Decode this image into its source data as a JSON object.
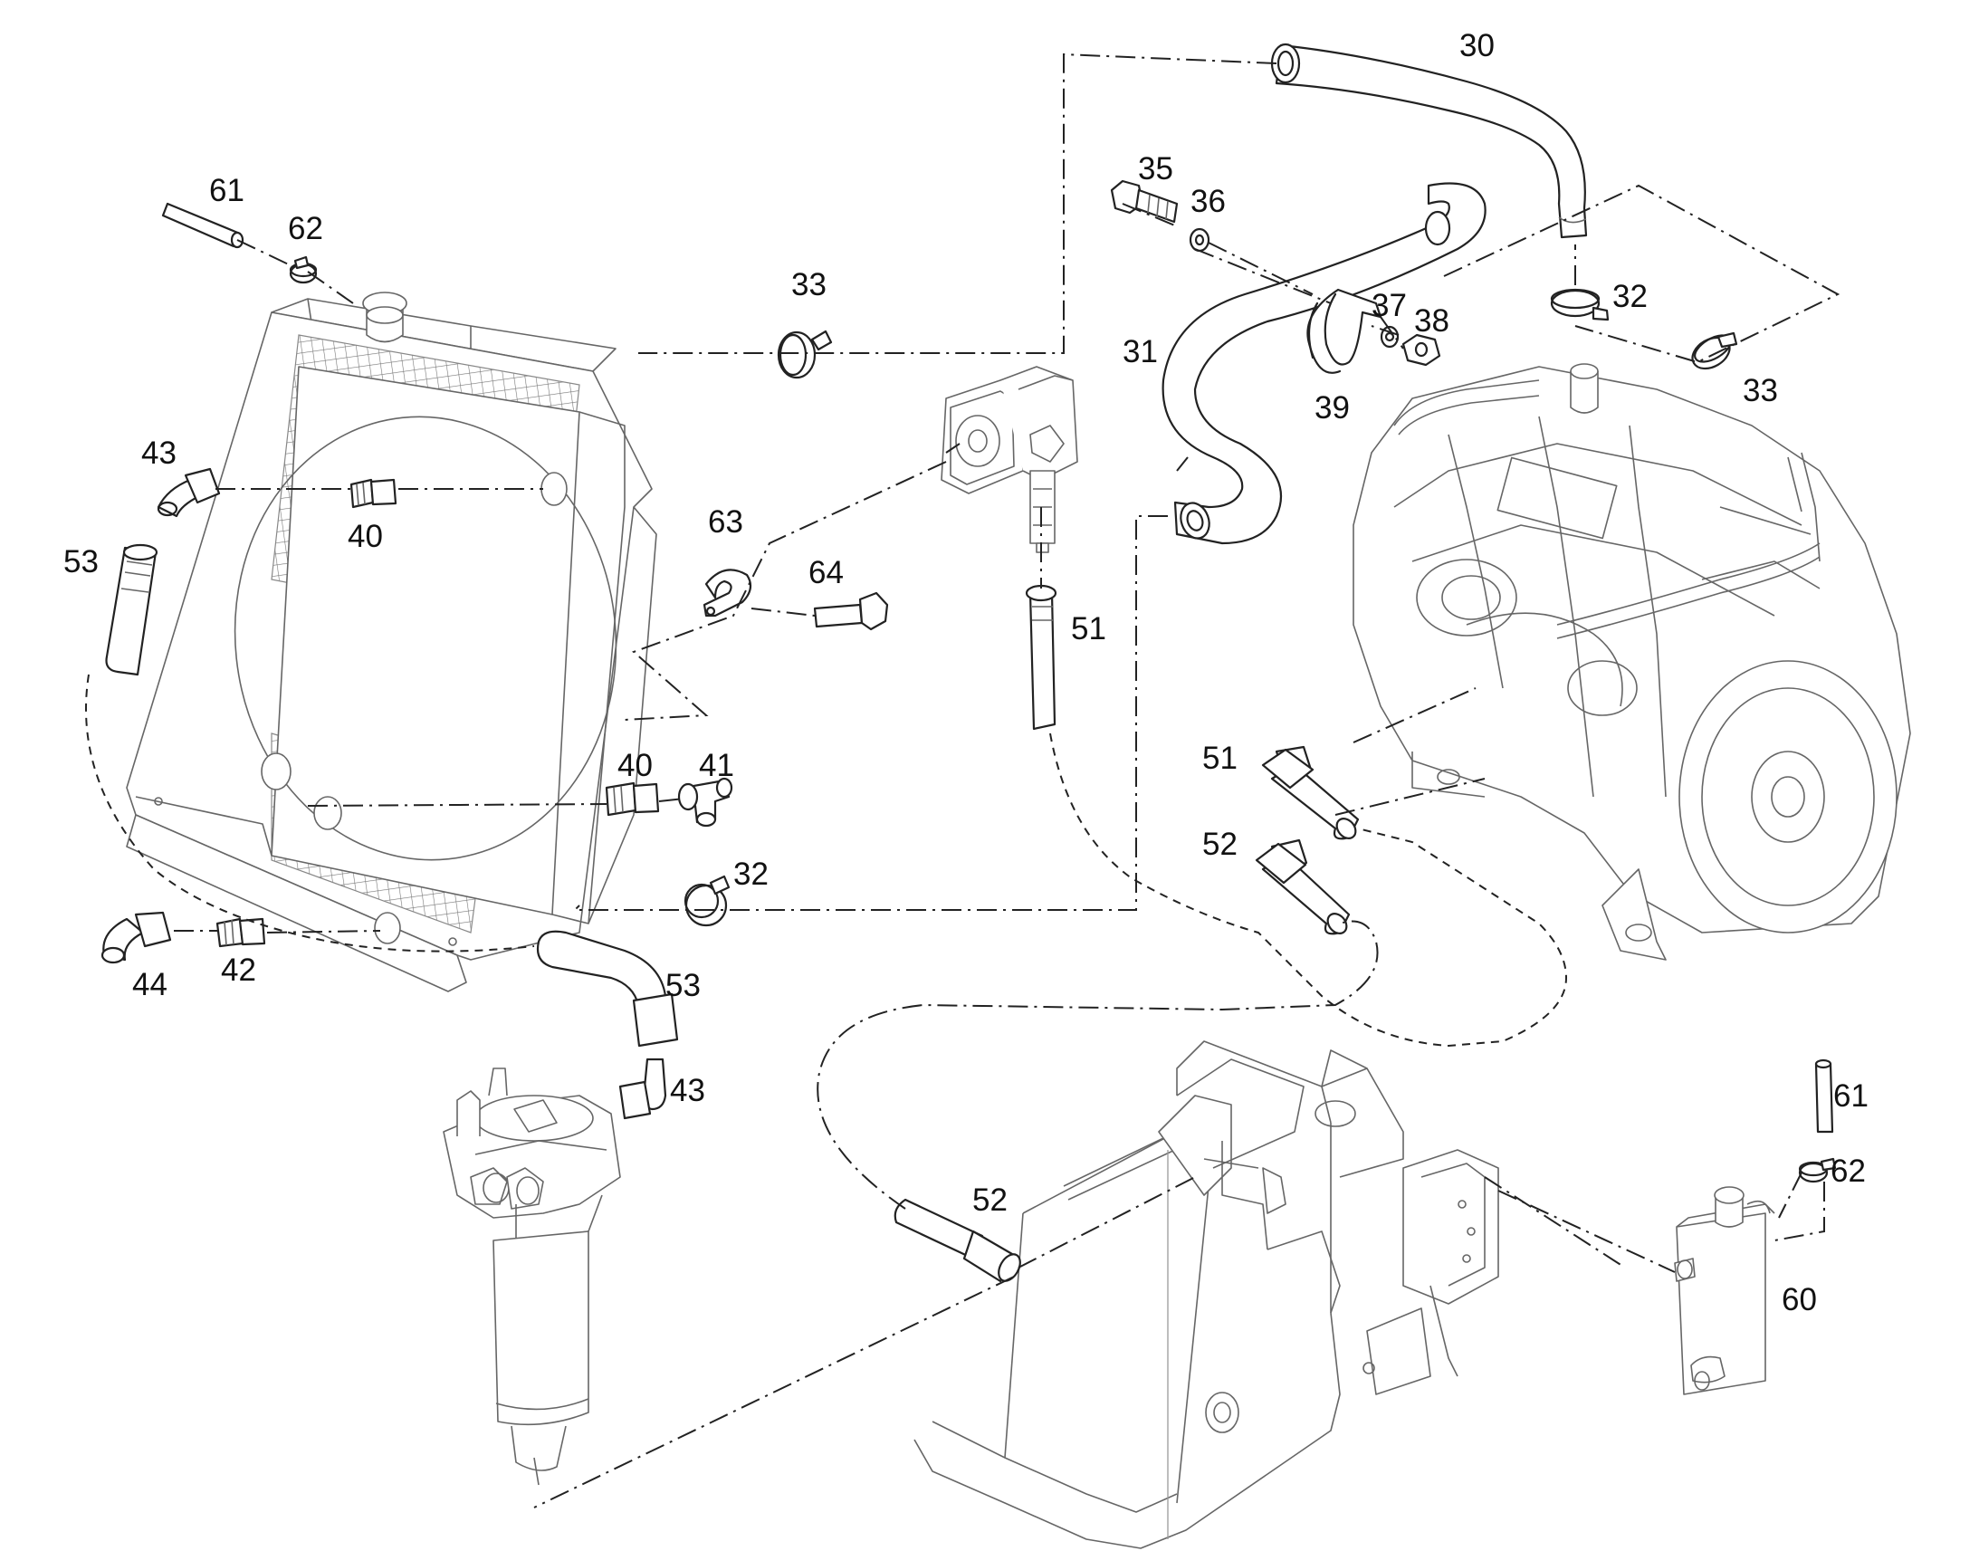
{
  "diagram": {
    "labels": [
      {
        "id": "c30",
        "text": "30"
      },
      {
        "id": "c35",
        "text": "35"
      },
      {
        "id": "c36",
        "text": "36"
      },
      {
        "id": "c32a",
        "text": "32"
      },
      {
        "id": "c37",
        "text": "37"
      },
      {
        "id": "c38",
        "text": "38"
      },
      {
        "id": "c31",
        "text": "31"
      },
      {
        "id": "c33b",
        "text": "33"
      },
      {
        "id": "c39",
        "text": "39"
      },
      {
        "id": "c61a",
        "text": "61"
      },
      {
        "id": "c62a",
        "text": "62"
      },
      {
        "id": "c33a",
        "text": "33"
      },
      {
        "id": "c43a",
        "text": "43"
      },
      {
        "id": "c40a",
        "text": "40"
      },
      {
        "id": "c53a",
        "text": "53"
      },
      {
        "id": "c63",
        "text": "63"
      },
      {
        "id": "c64",
        "text": "64"
      },
      {
        "id": "c51a",
        "text": "51"
      },
      {
        "id": "c40b",
        "text": "40"
      },
      {
        "id": "c41",
        "text": "41"
      },
      {
        "id": "c51b",
        "text": "51"
      },
      {
        "id": "c52a",
        "text": "52"
      },
      {
        "id": "c32b",
        "text": "32"
      },
      {
        "id": "c44",
        "text": "44"
      },
      {
        "id": "c42",
        "text": "42"
      },
      {
        "id": "c53b",
        "text": "53"
      },
      {
        "id": "c43b",
        "text": "43"
      },
      {
        "id": "c52b",
        "text": "52"
      },
      {
        "id": "c61b",
        "text": "61"
      },
      {
        "id": "c62b",
        "text": "62"
      },
      {
        "id": "c60",
        "text": "60"
      }
    ]
  }
}
